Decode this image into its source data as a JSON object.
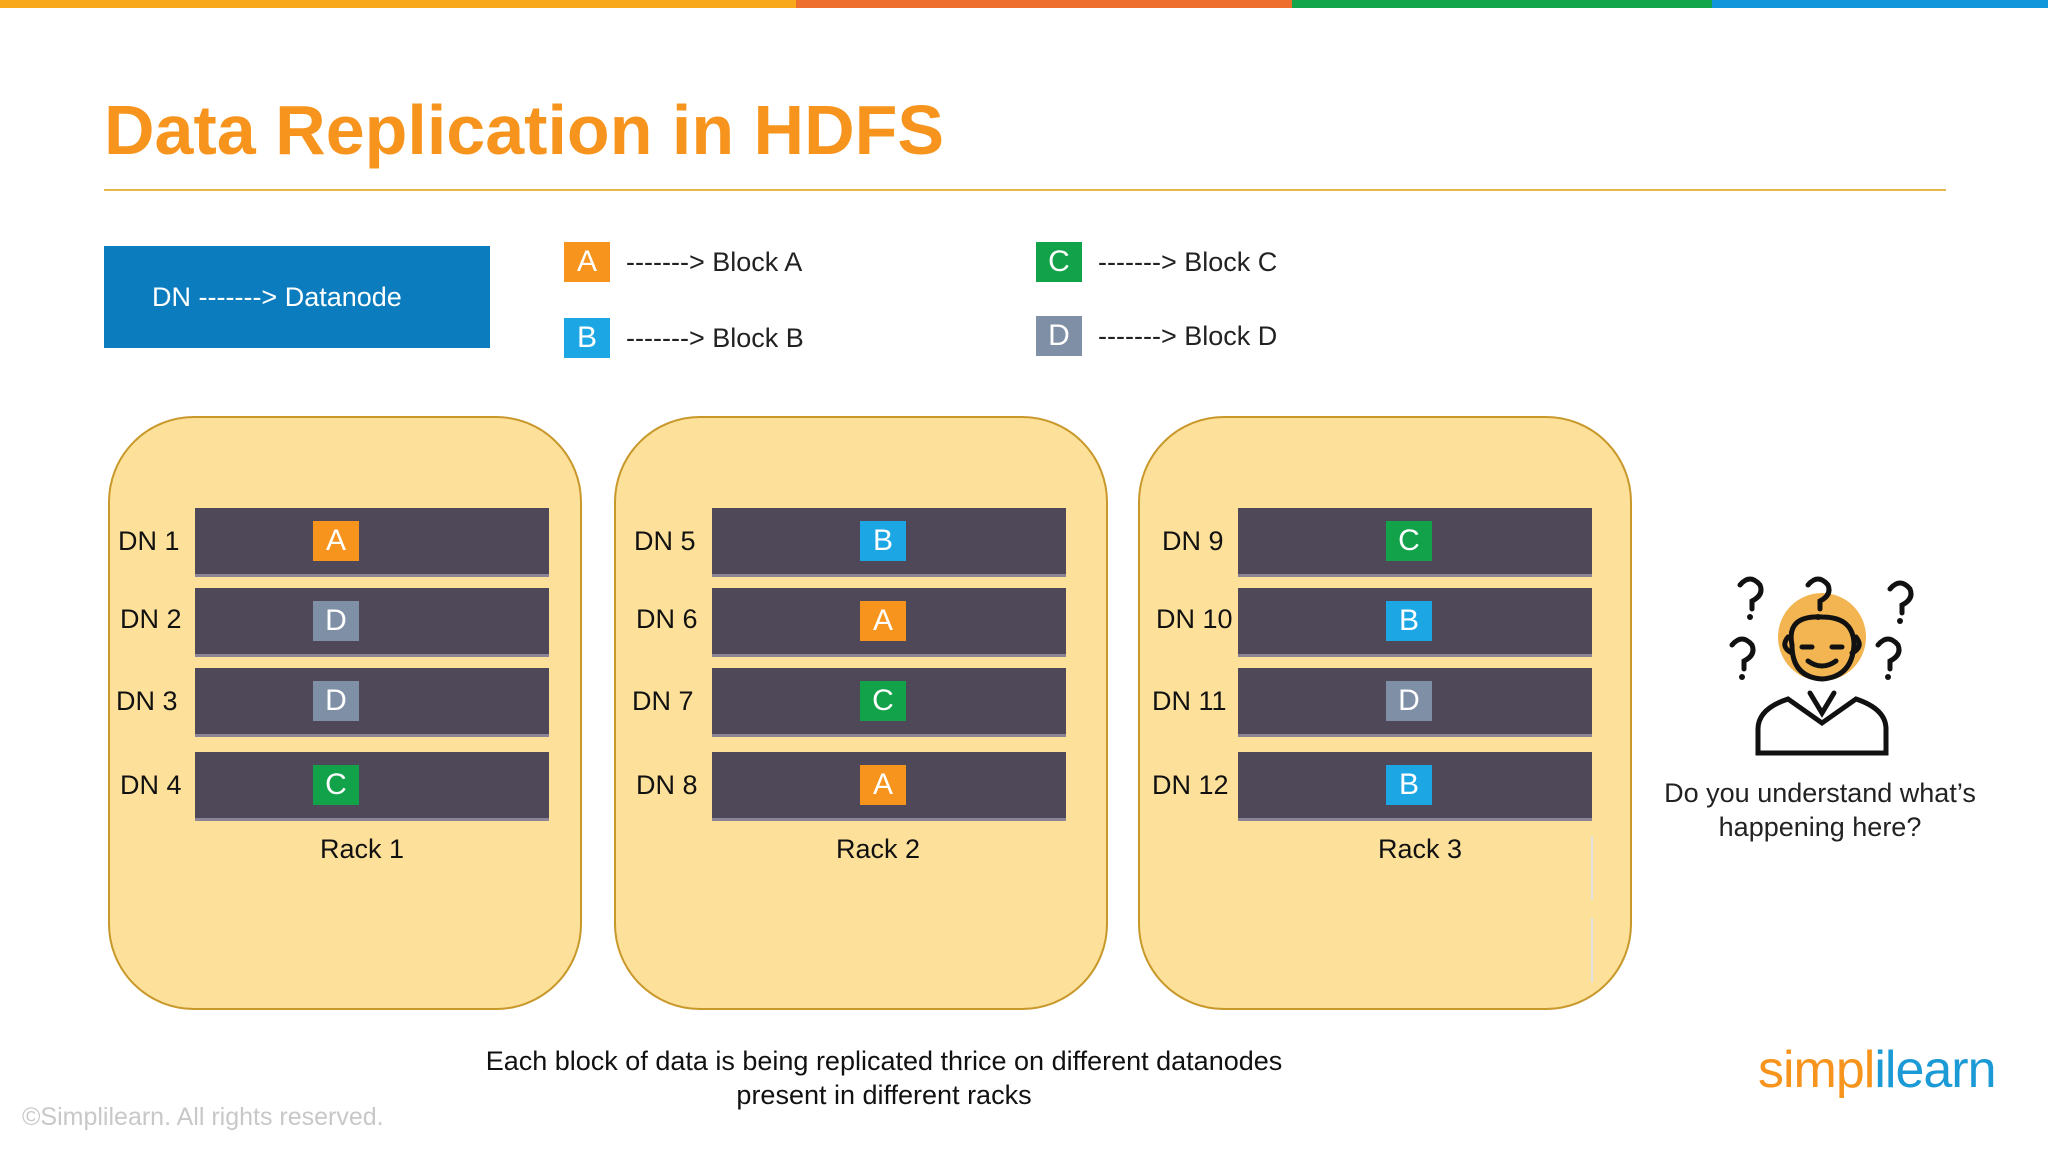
{
  "title": "Data Replication in HDFS",
  "colors": {
    "title": "#f7941d",
    "top_bar": [
      "#f7a81b",
      "#ee6f2d",
      "#13a54a",
      "#1296db"
    ],
    "dn_legend_bg": "#0b7dbf",
    "rack_fill": "#fde19a",
    "rack_border": "#c9982a",
    "node_bar": "#4e4858",
    "block_A": "#f7941d",
    "block_B": "#1ca7e4",
    "block_C": "#12a34a",
    "block_D": "#7f8fa6"
  },
  "dn_legend": "DN -------> Datanode",
  "block_legend": [
    {
      "letter": "A",
      "text": "-------> Block A",
      "color": "#f7941d"
    },
    {
      "letter": "B",
      "text": "-------> Block B",
      "color": "#1ca7e4"
    },
    {
      "letter": "C",
      "text": "-------> Block C",
      "color": "#12a34a"
    },
    {
      "letter": "D",
      "text": "-------> Block D",
      "color": "#7f8fa6"
    }
  ],
  "racks": [
    {
      "label": "Rack 1",
      "nodes": [
        {
          "dn": "DN 1",
          "block": "A"
        },
        {
          "dn": "DN 2",
          "block": "D"
        },
        {
          "dn": "DN 3",
          "block": "D"
        },
        {
          "dn": "DN 4",
          "block": "C"
        }
      ]
    },
    {
      "label": "Rack 2",
      "nodes": [
        {
          "dn": "DN 5",
          "block": "B"
        },
        {
          "dn": "DN 6",
          "block": "A"
        },
        {
          "dn": "DN 7",
          "block": "C"
        },
        {
          "dn": "DN 8",
          "block": "A"
        }
      ]
    },
    {
      "label": "Rack 3",
      "nodes": [
        {
          "dn": "DN 9",
          "block": "C"
        },
        {
          "dn": "DN 10",
          "block": "B"
        },
        {
          "dn": "DN 11",
          "block": "D"
        },
        {
          "dn": "DN 12",
          "block": "B"
        }
      ]
    }
  ],
  "question": "Do you understand what’s happening here?",
  "thinker_icon": "confused-person-icon",
  "caption": "Each block of data is being replicated thrice on different datanodes present in different racks",
  "copyright": "©Simplilearn. All rights reserved.",
  "brand": {
    "part1": "simpl",
    "part2": "ilearn"
  }
}
